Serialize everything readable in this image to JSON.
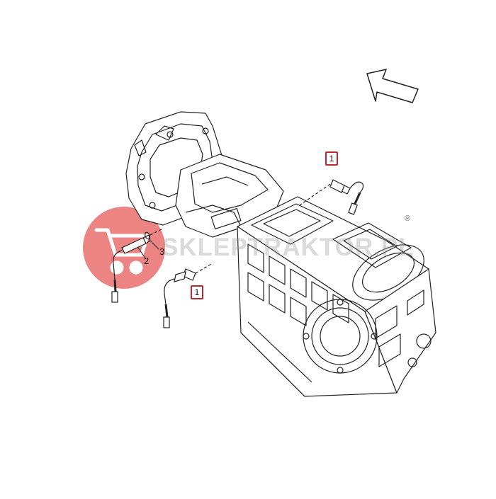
{
  "diagram": {
    "callouts": [
      {
        "id": "callout-upper",
        "label": "1"
      },
      {
        "id": "callout-lower",
        "label": "1"
      }
    ],
    "part_numbers": [
      {
        "id": "part-2",
        "label": "2"
      },
      {
        "id": "part-3",
        "label": "3"
      }
    ],
    "registered_mark": "®",
    "accent_color": "#c0262d",
    "line_color": "#222222"
  },
  "watermark": {
    "text": "SKLEPTRAKTOR.PL",
    "logo_color": "#e44b4b",
    "icon": "shopping-cart-icon"
  }
}
